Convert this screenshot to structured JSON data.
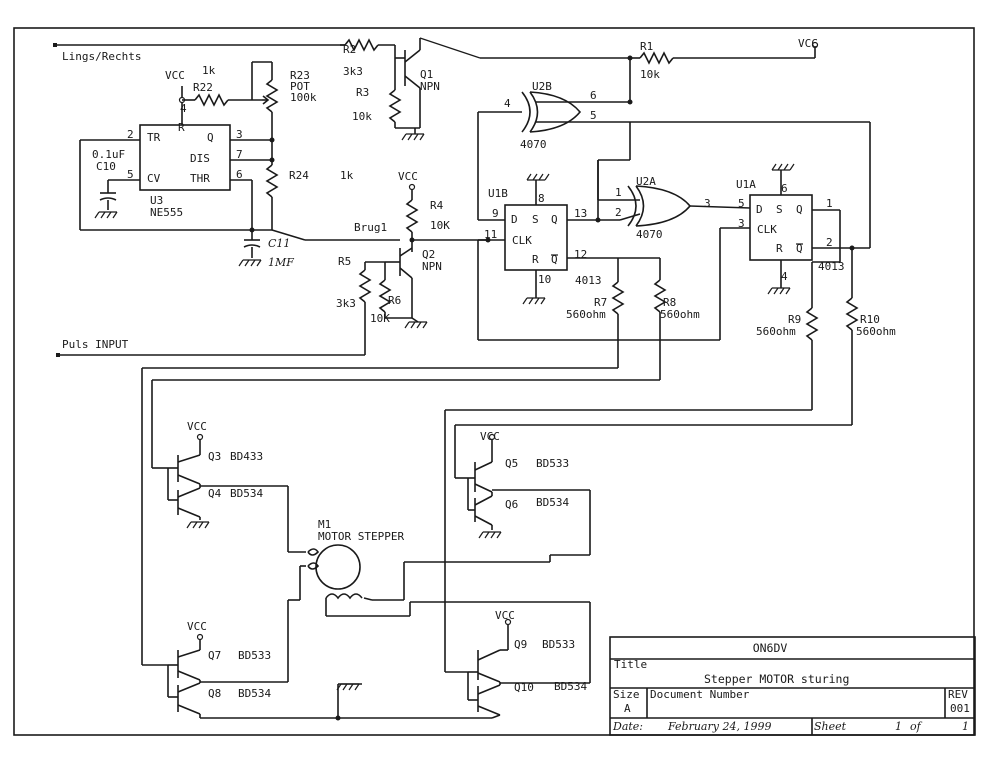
{
  "signals": {
    "direction": "Lings/Rechts",
    "pulse_input": "Puls INPUT",
    "bridge": "Brug1"
  },
  "vcc": "VCC",
  "npn": "NPN",
  "u3": {
    "ref": "U3",
    "part": "NE555",
    "pins": {
      "tr": "TR",
      "q": "Q",
      "r": "R",
      "dis": "DIS",
      "cv": "CV",
      "thr": "THR"
    },
    "pin_numbers": {
      "tr": "2",
      "q": "3",
      "r": "4",
      "dis": "7",
      "cv": "5",
      "thr": "6"
    }
  },
  "c10": {
    "ref": "C10",
    "value": "0.1uF"
  },
  "c11": {
    "ref": "C11",
    "value": "1MF"
  },
  "r22": {
    "ref": "R22",
    "value": "1k"
  },
  "r23": {
    "ref": "R23",
    "type": "POT",
    "value": "100k"
  },
  "r24": {
    "ref": "R24",
    "value": "1k"
  },
  "r2": {
    "ref": "R2",
    "value": "3k3"
  },
  "r3": {
    "ref": "R3",
    "value": "10k"
  },
  "r1": {
    "ref": "R1",
    "value": "10k"
  },
  "r4": {
    "ref": "R4",
    "value": "10K"
  },
  "r5": {
    "ref": "R5",
    "value": "3k3"
  },
  "r6": {
    "ref": "R6",
    "value": "10K"
  },
  "r7": {
    "ref": "R7",
    "value": "560ohm"
  },
  "r8": {
    "ref": "R8",
    "value": "560ohm"
  },
  "r9": {
    "ref": "R9",
    "value": "560ohm"
  },
  "r10": {
    "ref": "R10",
    "value": "560ohm"
  },
  "q1": {
    "ref": "Q1"
  },
  "q2": {
    "ref": "Q2"
  },
  "u2b": {
    "ref": "U2B",
    "part": "4070",
    "pins": [
      "4",
      "6",
      "5"
    ]
  },
  "u2a": {
    "ref": "U2A",
    "part": "4070",
    "pins": [
      "1",
      "2",
      "3"
    ]
  },
  "u1b": {
    "ref": "U1B",
    "part": "4013",
    "d": "D",
    "s": "S",
    "q": "Q",
    "clk": "CLK",
    "r": "R",
    "qn": "Q",
    "pin_numbers": {
      "d": "9",
      "clk": "11",
      "q": "13",
      "qn": "12",
      "s": "8",
      "r": "10"
    }
  },
  "u1a": {
    "ref": "U1A",
    "part": "4013",
    "d": "D",
    "s": "S",
    "q": "Q",
    "clk": "CLK",
    "r": "R",
    "qn": "Q",
    "pin_numbers": {
      "d": "5",
      "clk": "3",
      "q": "1",
      "qn": "2",
      "s": "6",
      "r": "4"
    }
  },
  "transistors": {
    "q3": {
      "ref": "Q3",
      "part": "BD433"
    },
    "q4": {
      "ref": "Q4",
      "part": "BD534"
    },
    "q5": {
      "ref": "Q5",
      "part": "BD533"
    },
    "q6": {
      "ref": "Q6",
      "part": "BD534"
    },
    "q7": {
      "ref": "Q7",
      "part": "BD533"
    },
    "q8": {
      "ref": "Q8",
      "part": "BD534"
    },
    "q9": {
      "ref": "Q9",
      "part": "BD533"
    },
    "q10": {
      "ref": "Q10",
      "part": "BD534"
    }
  },
  "motor": {
    "ref": "M1",
    "name": "MOTOR STEPPER"
  },
  "title_block": {
    "company": "ON6DV",
    "title_label": "Title",
    "title": "Stepper MOTOR sturing",
    "size_label": "Size",
    "size": "A",
    "docnum_label": "Document Number",
    "rev_label": "REV",
    "rev": "001",
    "date_label": "Date:",
    "date": "February 24, 1999",
    "sheet_label": "Sheet",
    "sheet": "1",
    "of_label": "of",
    "sheet_total": "1"
  }
}
